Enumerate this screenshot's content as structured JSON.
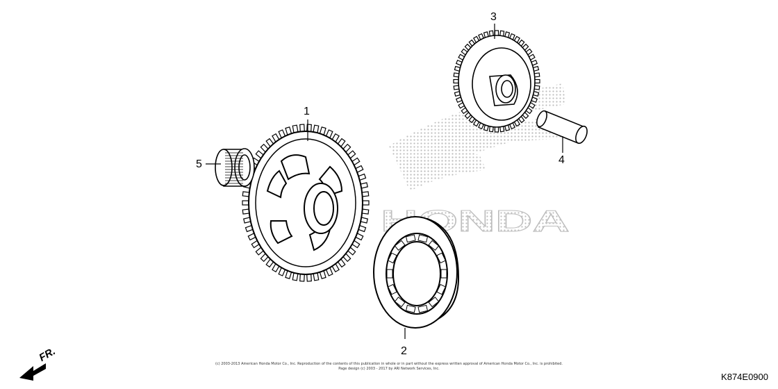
{
  "callouts": {
    "c1": "1",
    "c2": "2",
    "c3": "3",
    "c4": "4",
    "c5": "5"
  },
  "direction_label": "FR.",
  "watermark_text": "HONDA",
  "copyright_lines": [
    "(c) 2003-2013 American Honda Motor Co., Inc. Reproduction of the contents of this publication in whole or in part without the express written approval of American Honda Motor Co., Inc. is prohibited.",
    "Page design (c) 2003 - 2017 by ARI Network Services, Inc."
  ],
  "diagram_code": "K874E0900",
  "colors": {
    "line": "#000000",
    "watermark": "#c8c8c8",
    "background": "#ffffff"
  }
}
